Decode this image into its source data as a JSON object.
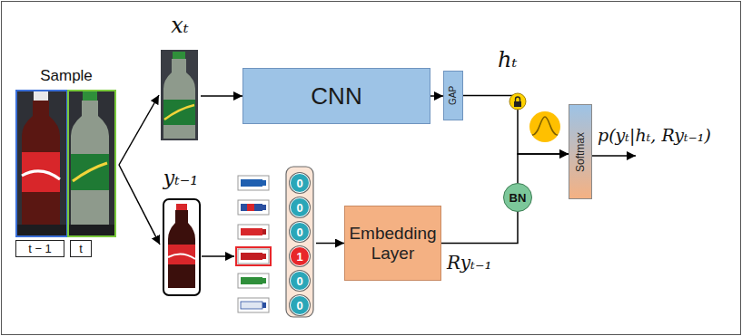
{
  "diagram": {
    "nodes": [
      {
        "text": [
          "Sample"
        ]
      },
      {
        "text": [
          "t − 1"
        ]
      },
      {
        "text": [
          "t"
        ]
      },
      {
        "text": [
          "xₜ"
        ]
      },
      {
        "text": [
          "CNN"
        ]
      },
      {
        "text": [
          "GAP"
        ]
      },
      {
        "text": [
          "yₜ₋₁"
        ]
      },
      {
        "text": []
      },
      {
        "text": [
          "0"
        ],
        "in": 7
      },
      {
        "text": [
          "0"
        ],
        "in": 7
      },
      {
        "text": [
          "0"
        ],
        "in": 7
      },
      {
        "text": [
          "1"
        ],
        "in": 7
      },
      {
        "text": [
          "0"
        ],
        "in": 7
      },
      {
        "text": [
          "0"
        ],
        "in": 7
      },
      {
        "text": [
          "Embedding Layer"
        ]
      },
      {
        "text": [
          "BN"
        ]
      },
      {
        "text": [
          "Softmax"
        ]
      }
    ],
    "edges": [
      {
        "from": 0,
        "to": 3,
        "arrow": "to"
      },
      {
        "from": 0,
        "to": 6,
        "arrow": "to"
      },
      {
        "from": 3,
        "to": 4,
        "arrow": "to"
      },
      {
        "from": 4,
        "to": 5,
        "arrow": "to"
      },
      {
        "from": 5,
        "to": 16,
        "arrow": "to"
      },
      {
        "from": 6,
        "to": 7,
        "arrow": "to"
      },
      {
        "from": 7,
        "to": 14,
        "arrow": "to"
      },
      {
        "from": 14,
        "to": 15,
        "arrow": "none"
      },
      {
        "from": 15,
        "to": 16,
        "arrow": "to"
      }
    ],
    "labels": [
      "hₜ",
      "Ryₜ₋₁",
      "p(yₜ|hₜ, Ryₜ₋₁)"
    ]
  }
}
